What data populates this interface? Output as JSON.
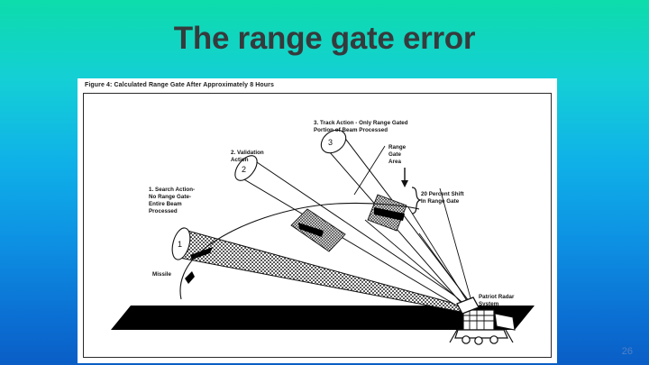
{
  "slide": {
    "title": "The range gate error",
    "number": "26",
    "background_top_color": "#0ddcab",
    "background_bottom_color": "#0a5ec6",
    "title_color": "#363a3c",
    "slide_number_color": "#4f80c8"
  },
  "figure": {
    "caption": "Figure 4: Calculated Range Gate After Approximately 8 Hours",
    "panel_background": "#ffffff",
    "labels": {
      "search_action": "1. Search Action-\nNo Range Gate-\nEntire Beam\nProcessed",
      "validation_action": "2. Validation\n    Action",
      "track_action": "3. Track Action - Only Range Gated\n     Portion of Beam Processed",
      "range_gate_area": "Range\nGate\nArea",
      "percent_shift": "20 Percent Shift\nIn Range Gate",
      "missile": "Missile",
      "patriot_radar": "Patriot Radar\nSystem"
    },
    "cone_numbers": {
      "cone_1": "1",
      "cone_2": "2",
      "cone_3": "3"
    }
  }
}
